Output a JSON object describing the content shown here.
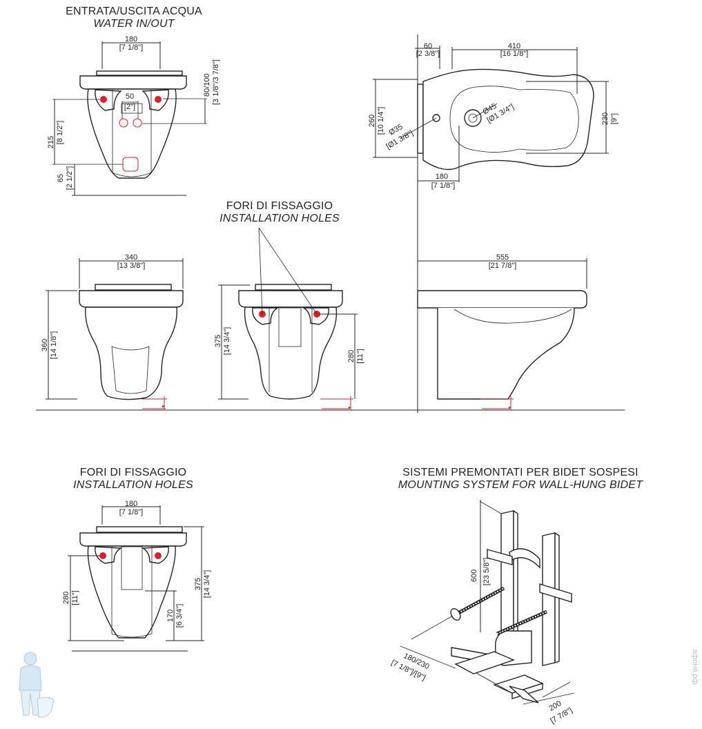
{
  "titles": {
    "water_it": "ENTRATA/USCITA ACQUA",
    "water_en": "WATER IN/OUT",
    "holes_it": "FORI DI FISSAGGIO",
    "holes_en": "INSTALLATION HOLES",
    "holes2_it": "FORI DI FISSAGGIO",
    "holes2_en": "INSTALLATION HOLES",
    "mount_it": "SISTEMI PREMONTATI PER BIDET SOSPESI",
    "mount_en": "MOUNTING SYSTEM FOR WALL-HUNG BIDET"
  },
  "dims": {
    "v1_w": "180",
    "v1_w_in": "[7 1/8\"]",
    "v1_hole": "50",
    "v1_hole_in": "[2\"]",
    "v1_right": "80/100",
    "v1_right_in": "[3 1/8\"/3 7/8\"]",
    "v1_h": "215",
    "v1_h_in": "[8 1/2\"]",
    "v1_low": "65",
    "v1_low_in": "[2 1/2\"]",
    "top_wall": "60",
    "top_wall_in": "[2 3/8\"]",
    "top_len": "410",
    "top_len_in": "[16 1/8\"]",
    "top_h": "260",
    "top_h_in": "[10 1/4\"]",
    "top_right": "230",
    "top_right_in": "[9\"]",
    "top_d35": "Ø35",
    "top_d35_in": "[Ø1 3/8\"]",
    "top_d45": "Ø45",
    "top_d45_in": "[Ø1 3/4\"]",
    "top_bot": "180",
    "top_bot_in": "[7 1/8\"]",
    "f_w": "340",
    "f_w_in": "[13 3/8\"]",
    "f_h": "360",
    "f_h_in": "[14 1/8\"]",
    "b_h": "375",
    "b_h_in": "[14 3/4\"]",
    "b_holes": "280",
    "b_holes_in": "[11\"]",
    "s_len": "555",
    "s_len_in": "[21 7/8\"]",
    "h_w": "180",
    "h_w_in": "[7 1/8\"]",
    "h_holes": "280",
    "h_holes_in": "[11\"]",
    "h_low": "170",
    "h_low_in": "[6 3/4\"]",
    "h_tot": "375",
    "h_tot_in": "[14 3/4\"]",
    "m_h": "600",
    "m_h_in": "[23 5/8\"]",
    "m_off": "180/230",
    "m_off_in": "[7 1/8\"]/[9\"]",
    "m_w": "200",
    "m_w_in": "[7 7/8\"]"
  },
  "marks": {
    "star": "*"
  },
  "watermark": "афоня.рф",
  "colors": {
    "line": "#222222",
    "accent": "#e31e24"
  }
}
